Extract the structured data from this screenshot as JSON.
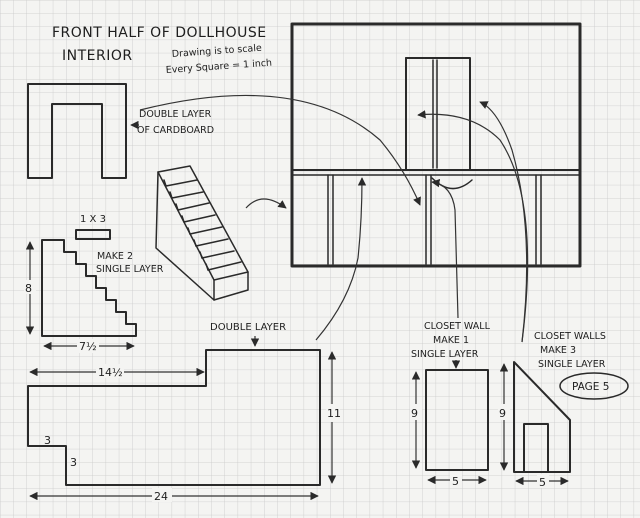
{
  "title_line1": "FRONT HALF OF DOLLHOUSE",
  "title_line2": "INTERIOR",
  "scale_note_line1": "Drawing is to scale",
  "scale_note_line2": "Every Square = 1 inch",
  "double_layer_note_line1": "DOUBLE LAYER",
  "double_layer_note_line2": "OF CARDBOARD",
  "board_label": "1 X 3",
  "stair_note_line1": "MAKE 2",
  "stair_note_line2": "SINGLE LAYER",
  "stair_height": "8",
  "stair_width": "7½",
  "front_wall_top_label": "DOUBLE LAYER",
  "front_wall_upper_width": "14½",
  "front_wall_height": "11",
  "front_wall_step_a": "3",
  "front_wall_step_b": "3",
  "front_wall_width": "24",
  "closet_wall_1_line1": "CLOSET WALL",
  "closet_wall_1_line2": "MAKE 1",
  "closet_wall_1_line3": "SINGLE LAYER",
  "closet_wall_1_height": "9",
  "closet_wall_1_width": "5",
  "closet_walls_3_line1": "CLOSET WALLS",
  "closet_walls_3_line2": "MAKE 3",
  "closet_walls_3_line3": "SINGLE LAYER",
  "closet_walls_3_height": "9",
  "closet_walls_3_width": "5",
  "page_label": "PAGE 5",
  "colors": {
    "paper": "#f4f4f2",
    "grid": "#c9c9c9",
    "ink": "#2a2a2a"
  }
}
